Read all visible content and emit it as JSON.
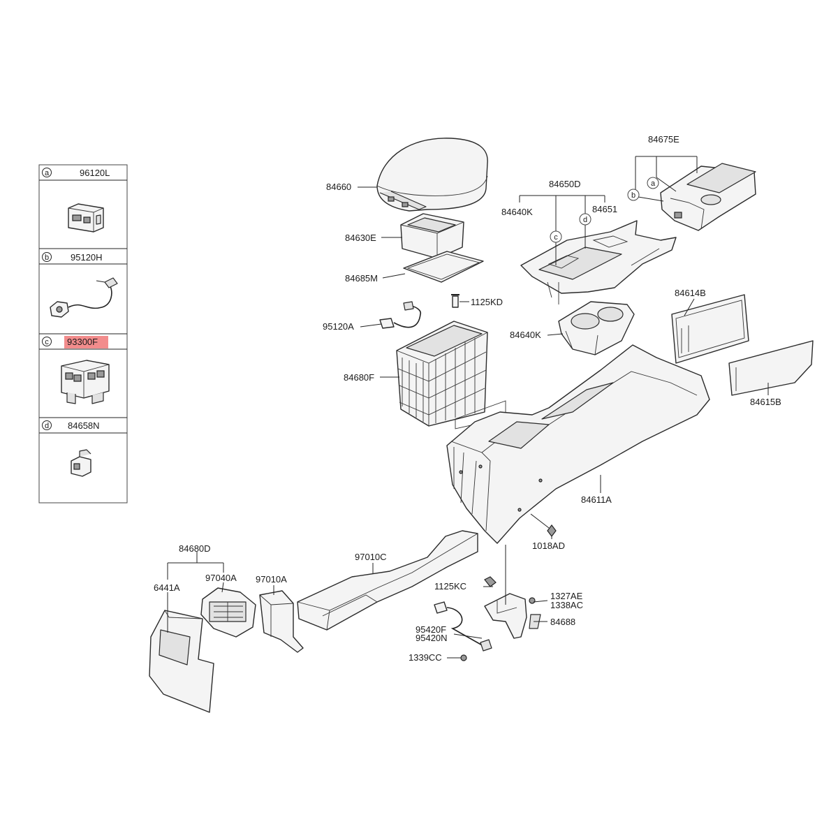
{
  "legend": [
    {
      "letter": "a",
      "part": "96120L",
      "highlight": false
    },
    {
      "letter": "b",
      "part": "95120H",
      "highlight": false
    },
    {
      "letter": "c",
      "part": "93300F",
      "highlight": true
    },
    {
      "letter": "d",
      "part": "84658N",
      "highlight": false
    }
  ],
  "labels": {
    "p84675E": "84675E",
    "p84660": "84660",
    "p84650D": "84650D",
    "p84640K_top": "84640K",
    "p84651": "84651",
    "p84630E": "84630E",
    "p84685M": "84685M",
    "p1125KD": "1125KD",
    "p95120A": "95120A",
    "p84640K": "84640K",
    "p84614B": "84614B",
    "p84680F": "84680F",
    "p84615B": "84615B",
    "p84611A": "84611A",
    "p1018AD": "1018AD",
    "p84680D": "84680D",
    "p97010C": "97010C",
    "p6441A": "6441A",
    "p97040A": "97040A",
    "p97010A": "97010A",
    "p1125KC": "1125KC",
    "p1327AE": "1327AE",
    "p1338AC": "1338AC",
    "p84688": "84688",
    "p95420F": "95420F",
    "p95420N": "95420N",
    "p1339CC": "1339CC"
  },
  "callouts": {
    "a": "a",
    "b": "b",
    "c": "c",
    "d": "d"
  },
  "colors": {
    "highlight": "#f28c8c",
    "line": "#222222"
  }
}
